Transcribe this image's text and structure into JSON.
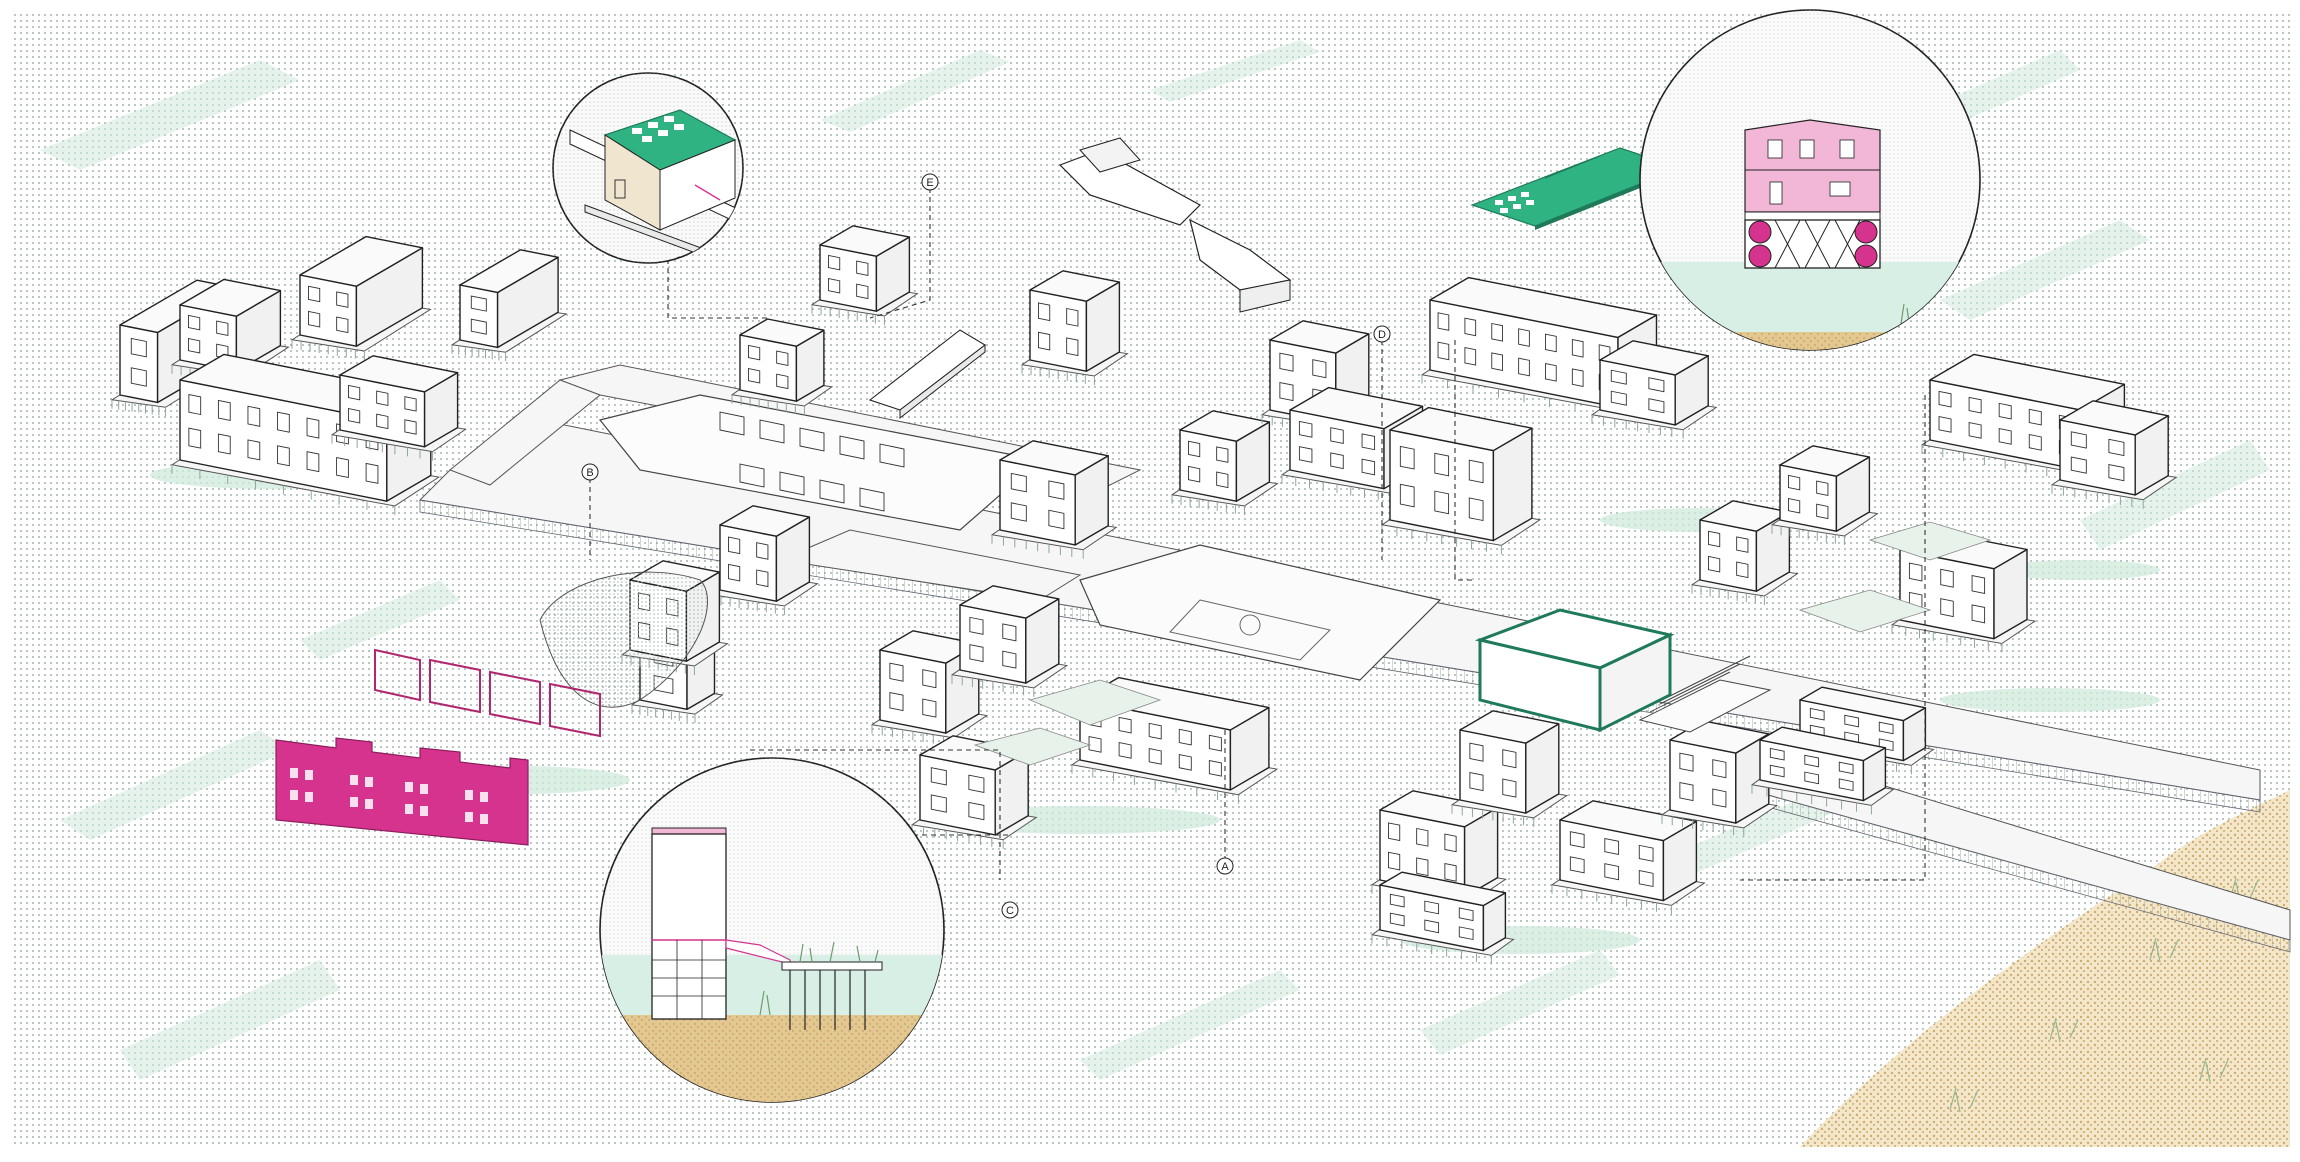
{
  "drawing": {
    "section_markers": [
      "A",
      "B",
      "C",
      "D",
      "E"
    ]
  },
  "colors": {
    "background": "#ffffff",
    "water_dots": "#8a9e94",
    "water_tint": "#cfe9dc",
    "accent_magenta": "#d6338f",
    "accent_green": "#2fb383",
    "sand": "#e4c892",
    "line": "#222222"
  },
  "icons": [
    "magnifier-circle",
    "section-marker",
    "solar-roof",
    "floating-boat"
  ]
}
